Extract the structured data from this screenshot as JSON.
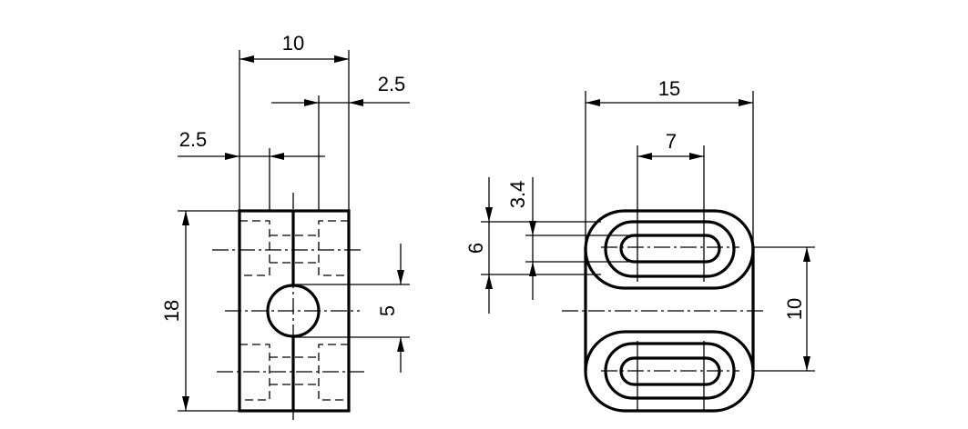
{
  "drawing": {
    "line_color": "#000000",
    "front_view": {
      "width_label": "10",
      "right_offset_label": "2.5",
      "left_offset_label": "2.5",
      "height_label": "18",
      "hole_label": "5"
    },
    "side_view": {
      "width_label": "15",
      "slot_length_label": "7",
      "outer_slot_label": "6",
      "inner_slot_label": "3.4",
      "pitch_label": "10"
    }
  }
}
